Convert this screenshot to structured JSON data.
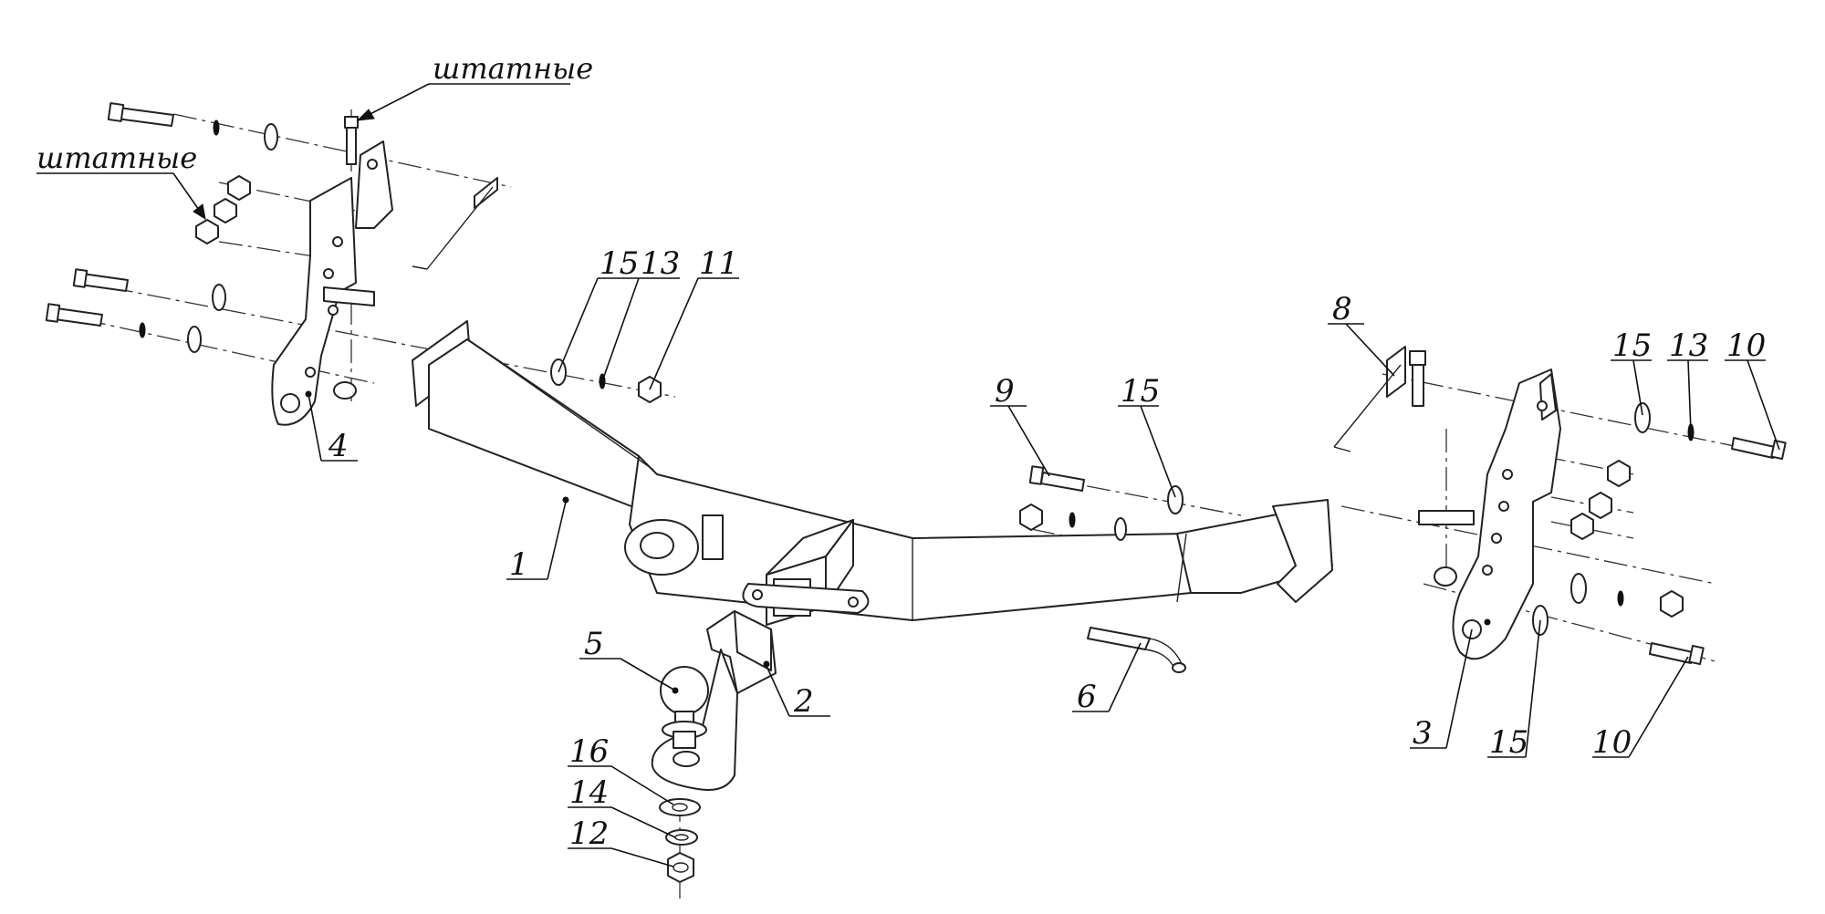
{
  "notes": {
    "stock_top": "штатные",
    "stock_left": "штатные"
  },
  "callouts": {
    "c1": "1",
    "c2": "2",
    "c3": "3",
    "c4": "4",
    "c5": "5",
    "c6": "6",
    "c8": "8",
    "c9": "9",
    "c10a": "10",
    "c10b": "10",
    "c11": "11",
    "c12": "12",
    "c13a": "13",
    "c13b": "13",
    "c14": "14",
    "c15a": "15",
    "c15b": "15",
    "c15c": "15",
    "c15d": "15",
    "c16": "16"
  }
}
